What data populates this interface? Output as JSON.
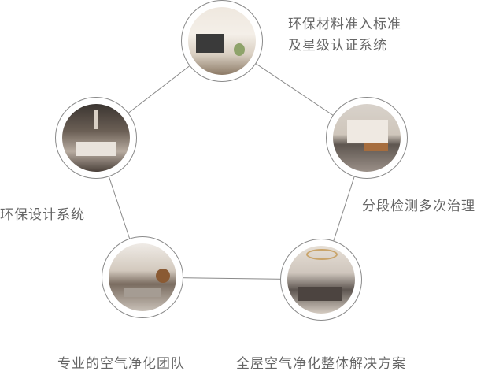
{
  "nodes": [
    {
      "id": "material",
      "label_lines": [
        "环保材料准入标准",
        "及星级认证系统"
      ]
    },
    {
      "id": "testing",
      "label": "分段检测多次治理"
    },
    {
      "id": "solution",
      "label": "全屋空气净化整体解决方案"
    },
    {
      "id": "team",
      "label": "专业的空气净化团队"
    },
    {
      "id": "design",
      "label": "环保设计系统"
    }
  ],
  "colors": {
    "text": "#666666",
    "line": "#8a8a8a"
  }
}
